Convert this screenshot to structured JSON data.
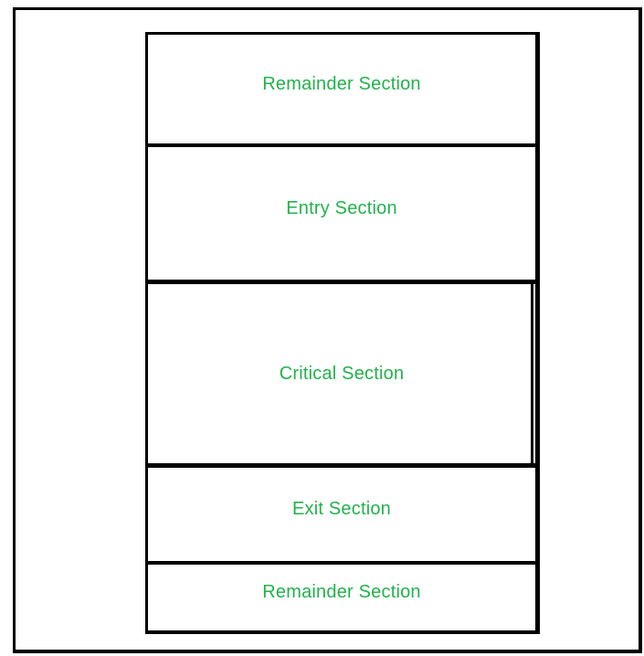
{
  "colors": {
    "label": "#22b14c",
    "border": "#000000",
    "background": "#ffffff"
  },
  "diagram": {
    "kind": "process-synchronization-sections",
    "sections": [
      {
        "id": "remainder-top",
        "label": "Remainder Section"
      },
      {
        "id": "entry",
        "label": "Entry Section"
      },
      {
        "id": "critical",
        "label": "Critical Section"
      },
      {
        "id": "exit",
        "label": "Exit Section"
      },
      {
        "id": "remainder-bottom",
        "label": "Remainder Section"
      }
    ]
  }
}
